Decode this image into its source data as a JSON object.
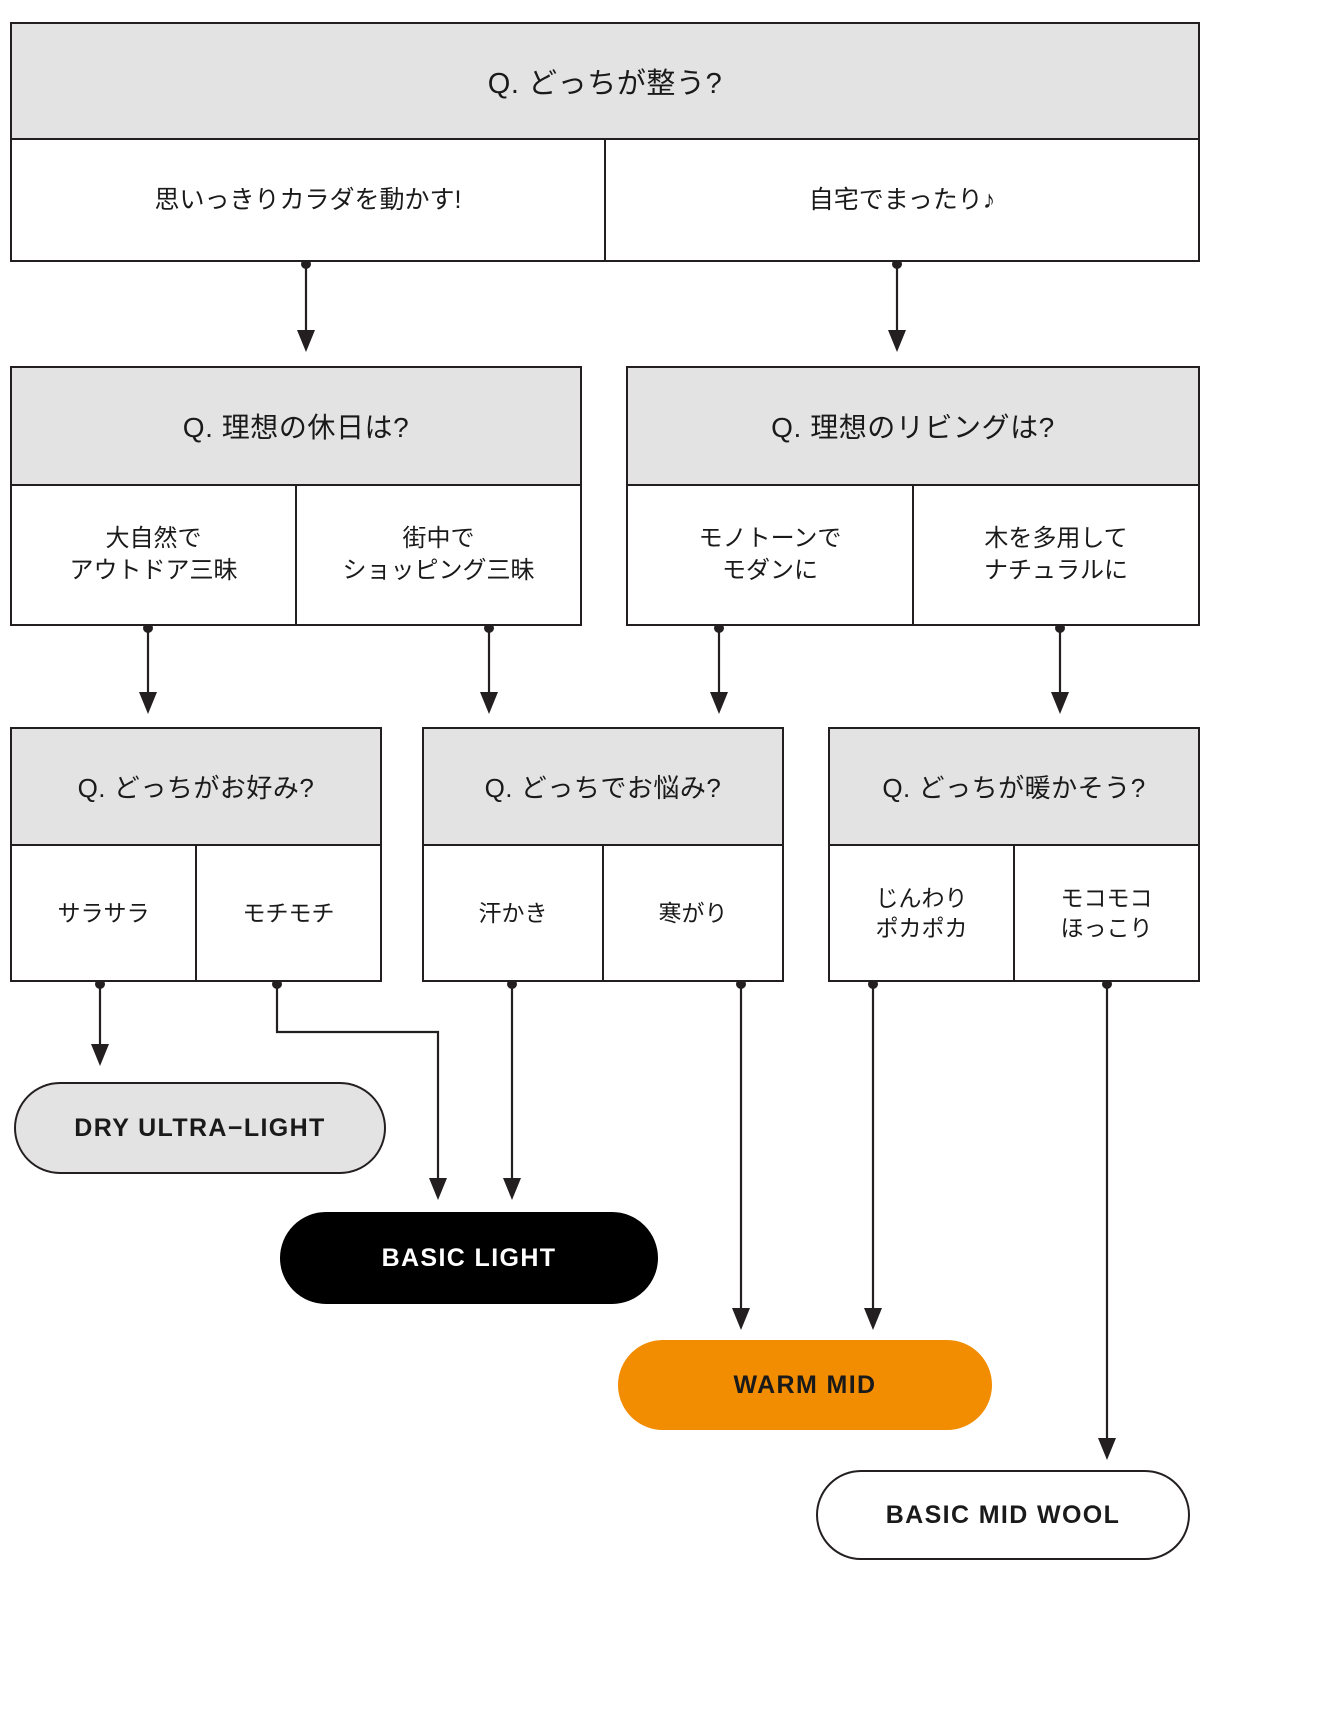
{
  "diagram": {
    "title_prefix": "Q.",
    "accent_color": "#f28c00",
    "header_bg": "#e3e3e3",
    "line_color": "#231f20"
  },
  "questions": {
    "root": {
      "question": "Q. どっちが整う?",
      "options": [
        {
          "label": "思いっきりカラダを動かす!"
        },
        {
          "label": "自宅でまったり♪"
        }
      ]
    },
    "holiday": {
      "question": "Q. 理想の休日は?",
      "options": [
        {
          "label": "大自然で\nアウトドア三昧"
        },
        {
          "label": "街中で\nショッピング三昧"
        }
      ]
    },
    "living": {
      "question": "Q. 理想のリビングは?",
      "options": [
        {
          "label": "モノトーンで\nモダンに"
        },
        {
          "label": "木を多用して\nナチュラルに"
        }
      ]
    },
    "feel": {
      "question": "Q. どっちがお好み?",
      "options": [
        {
          "label": "サラサラ"
        },
        {
          "label": "モチモチ"
        }
      ]
    },
    "worry": {
      "question": "Q. どっちでお悩み?",
      "options": [
        {
          "label": "汗かき"
        },
        {
          "label": "寒がり"
        }
      ]
    },
    "warm": {
      "question": "Q. どっちが暖かそう?",
      "options": [
        {
          "label": "じんわり\nポカポカ"
        },
        {
          "label": "モコモコ\nほっこり"
        }
      ]
    }
  },
  "results": [
    {
      "label": "DRY ULTRA−LIGHT",
      "style": "gray"
    },
    {
      "label": "BASIC LIGHT",
      "style": "black"
    },
    {
      "label": "WARM MID",
      "style": "orange"
    },
    {
      "label": "BASIC MID WOOL",
      "style": "white"
    }
  ]
}
